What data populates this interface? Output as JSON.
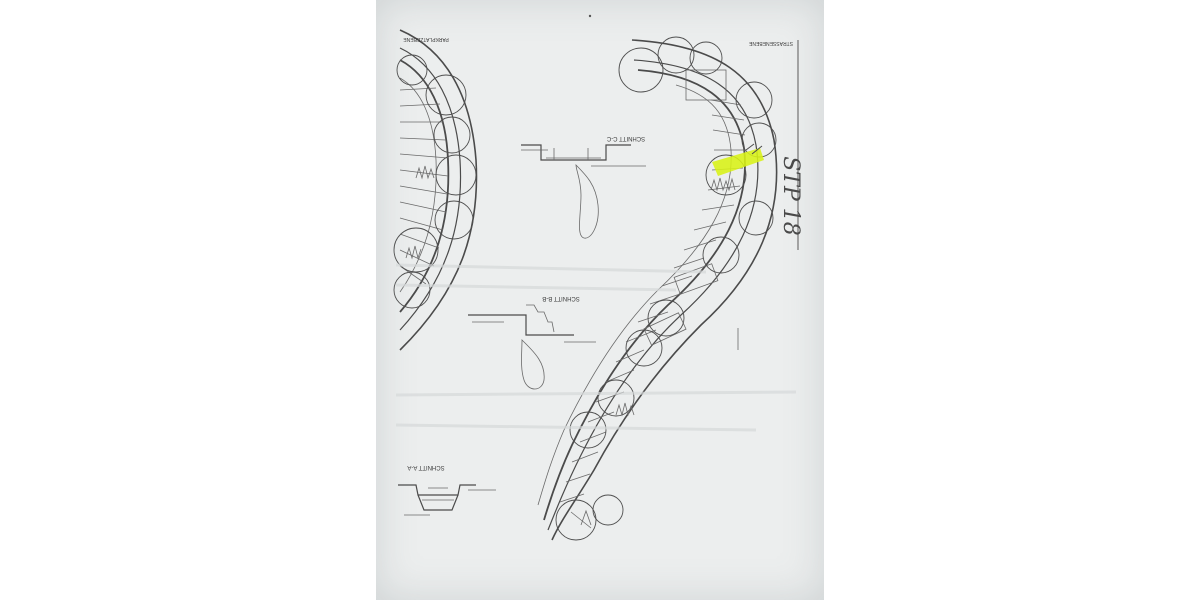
{
  "drawing": {
    "labels": {
      "parking_zone": "PARKPLATZEBENE",
      "street_level": "STRASSENEBENE",
      "section_cc": "SCHNITT C-C",
      "section_bb": "SCHNITT B-B",
      "section_aa": "SCHNITT A-A",
      "plan_number": "STP 18"
    },
    "colors": {
      "paper": "#eceeee",
      "ink": "#4b4b4b",
      "highlight": "#d8f216"
    }
  }
}
